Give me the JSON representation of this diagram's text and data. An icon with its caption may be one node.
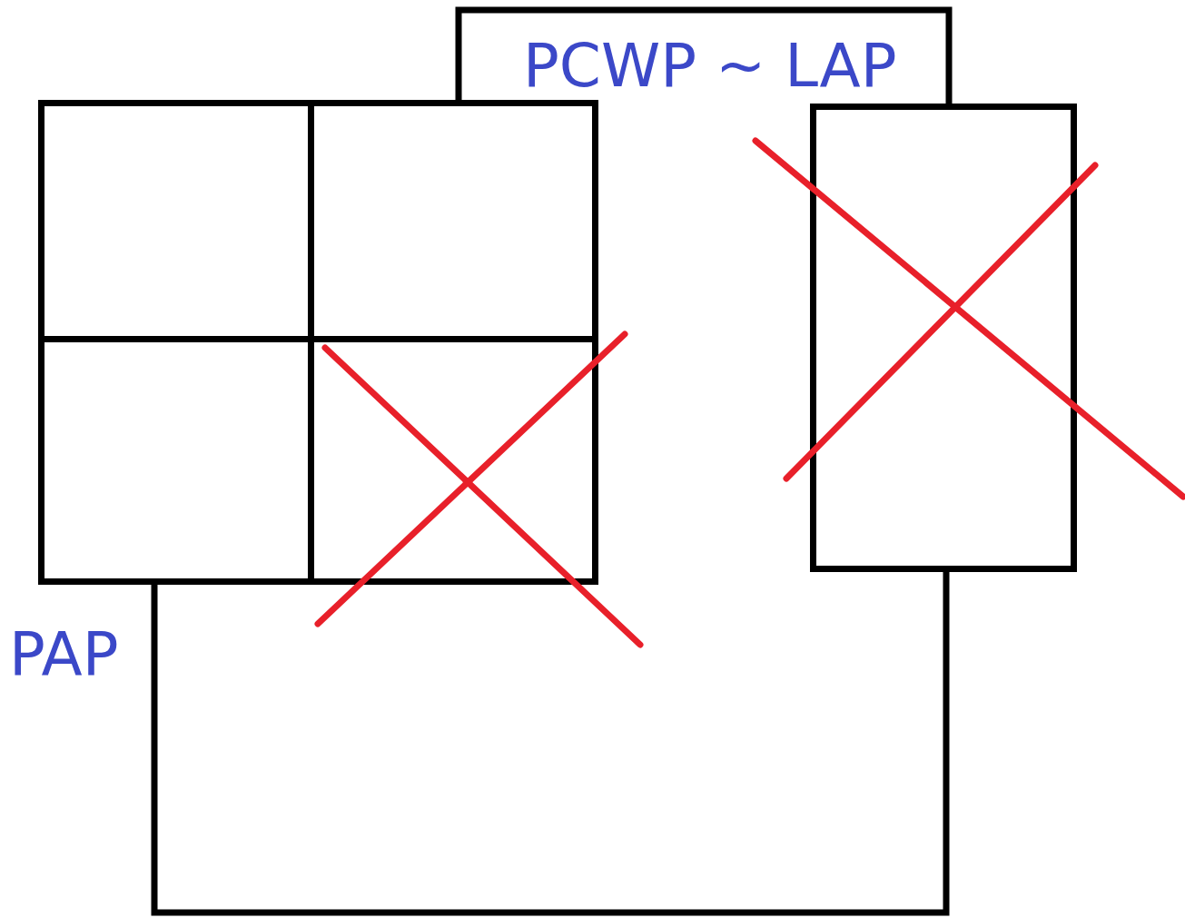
{
  "diagram": {
    "nodes": [
      {
        "text": [],
        "shape": "box"
      },
      {
        "text": [],
        "shape": "box"
      },
      {
        "text": [],
        "shape": "box"
      },
      {
        "text": [],
        "shape": "box"
      },
      {
        "text": [],
        "shape": "box"
      }
    ],
    "edges": [
      {
        "from": 1,
        "to": 4,
        "arrow": "none",
        "label": "PCWP ~ LAP"
      },
      {
        "from": 2,
        "to": 4,
        "arrow": "none",
        "label": "PAP"
      }
    ]
  }
}
